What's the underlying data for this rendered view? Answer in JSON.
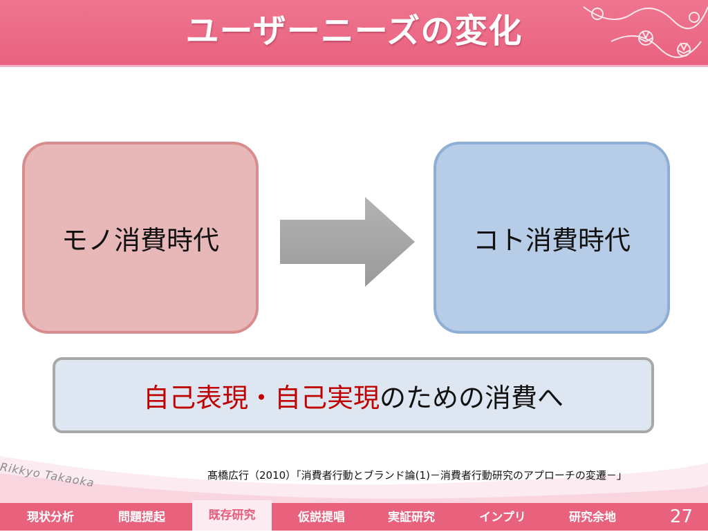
{
  "slide": {
    "title": "ユーザーニーズの変化",
    "page_number": "27"
  },
  "diagram": {
    "left_box": "モノ消費時代",
    "right_box": "コト消費時代",
    "arrow_icon": "right-arrow-icon"
  },
  "banner": {
    "highlight": "自己表現・自己実現",
    "rest": "のための消費へ"
  },
  "footer": {
    "brand": "Rikkyo Takaoka",
    "citation": "髙橋広行（2010）「消費者行動とブランド論(1)－消費者行動研究のアプローチの変遷－」"
  },
  "nav": {
    "items": [
      {
        "label": "現状分析",
        "active": false
      },
      {
        "label": "問題提起",
        "active": false
      },
      {
        "label": "既存研究",
        "active": true
      },
      {
        "label": "仮説提唱",
        "active": false
      },
      {
        "label": "実証研究",
        "active": false
      },
      {
        "label": "インプリ",
        "active": false
      },
      {
        "label": "研究余地",
        "active": false
      }
    ]
  },
  "colors": {
    "accent": "#e8627e",
    "highlight_text": "#c00000",
    "left_box_fill": "#e8b7b7",
    "right_box_fill": "#b7cce6",
    "banner_fill": "#dde6f1"
  }
}
